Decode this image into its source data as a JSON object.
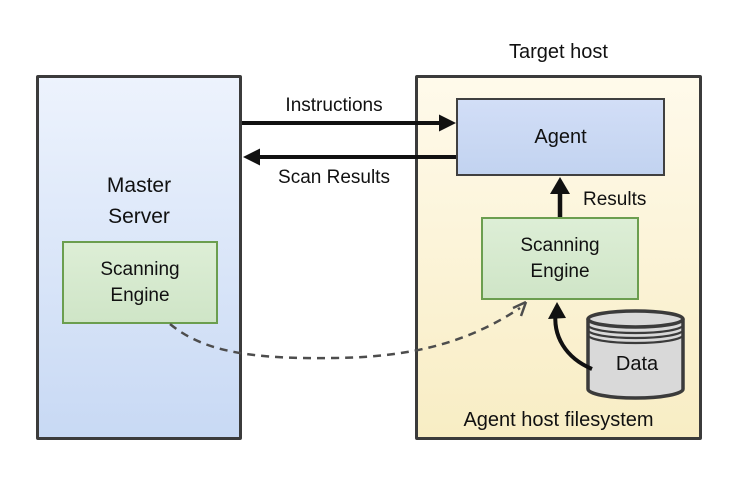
{
  "canvas": {
    "background": "#ffffff"
  },
  "colors": {
    "canvas-bg": "#ffffff",
    "text": "#111111",
    "border-dark": "#3b3b3b",
    "master-fill-top": "#edf3fd",
    "master-fill-bottom": "#c8d9f4",
    "agent-fill-top": "#d2def7",
    "agent-fill-bottom": "#c2d3f0",
    "agent-border": "#404040",
    "green-fill-top": "#ddeed6",
    "green-fill-bottom": "#cfe5c7",
    "green-border": "#6b9e4f",
    "target-fill-top": "#fffaeb",
    "target-fill-bottom": "#f8edc4",
    "cylinder-fill": "#d9d9d9",
    "cylinder-border": "#3b3b3b",
    "arrow": "#111111",
    "dashed-arrow": "#4d4d4d"
  },
  "master_server": {
    "label": "Master\nServer",
    "engine_label": "Scanning\nEngine"
  },
  "target_host": {
    "title": "Target host",
    "agent_label": "Agent",
    "engine_label": "Scanning\nEngine",
    "data_label": "Data",
    "filesystem_label": "Agent host filesystem"
  },
  "arrows": {
    "instructions": "Instructions",
    "scan_results": "Scan Results",
    "results": "Results"
  }
}
